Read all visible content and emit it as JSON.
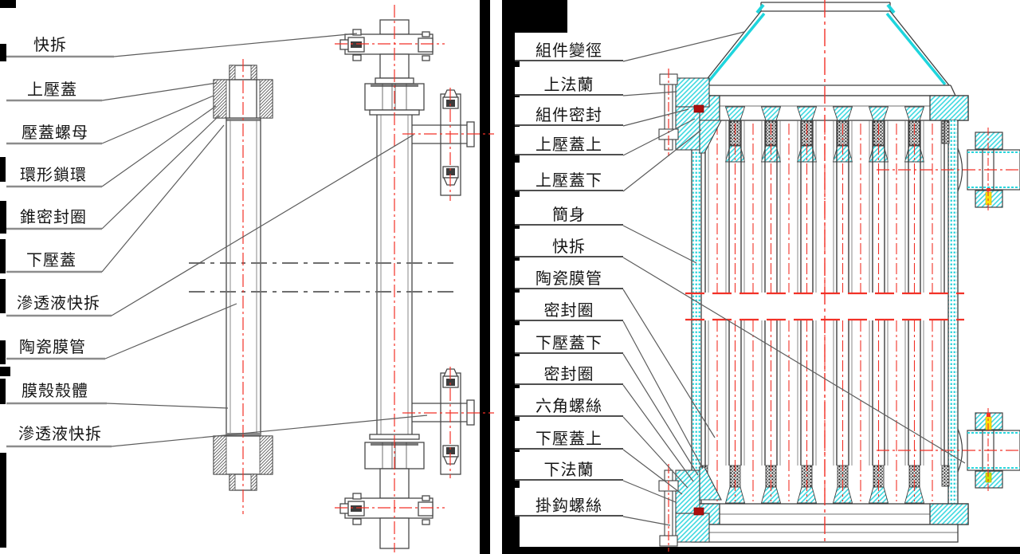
{
  "colors": {
    "drawing_line": "#3f3f3f",
    "centerline_red": "#f23127",
    "highlight_cyan": "#1ed5dd",
    "hatch_cyan": "#3fd9e0",
    "seal_dark_red": "#ad0f0f",
    "detail_yellow": "#ffe10a",
    "label_text": "#151515"
  },
  "left_view": {
    "labels": [
      {
        "text": "快拆"
      },
      {
        "text": "上壓蓋"
      },
      {
        "text": "壓蓋螺母"
      },
      {
        "text": "環形鎖環"
      },
      {
        "text": "錐密封圈"
      },
      {
        "text": "下壓蓋"
      },
      {
        "text": "滲透液快拆"
      },
      {
        "text": "陶瓷膜管"
      },
      {
        "text": "膜殼殼體"
      },
      {
        "text": "滲透液快拆"
      }
    ]
  },
  "right_view": {
    "labels": [
      {
        "text": "組件變徑"
      },
      {
        "text": "上法蘭"
      },
      {
        "text": "組件密封"
      },
      {
        "text": "上壓蓋上"
      },
      {
        "text": "上壓蓋下"
      },
      {
        "text": "簡身"
      },
      {
        "text": "快拆"
      },
      {
        "text": "陶瓷膜管"
      },
      {
        "text": "密封圈"
      },
      {
        "text": "下壓蓋下"
      },
      {
        "text": "密封圈"
      },
      {
        "text": "六角螺絲"
      },
      {
        "text": "下壓蓋上"
      },
      {
        "text": "下法蘭"
      },
      {
        "text": "掛鈎螺絲"
      }
    ]
  }
}
